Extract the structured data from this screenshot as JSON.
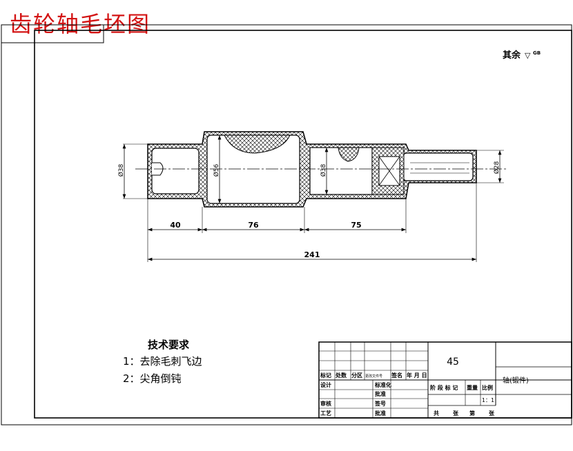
{
  "title": "齿轮轴毛坯图",
  "surface_note": {
    "label": "其余",
    "roughness_symbol": "▽",
    "roughness_value": "GB"
  },
  "dimensions": {
    "diameters": [
      "Ø38",
      "Ø56",
      "Ø38",
      "Ø28"
    ],
    "lengths": [
      "40",
      "76",
      "75"
    ],
    "total_length": "241"
  },
  "tech_requirements": {
    "heading": "技术要求",
    "items": [
      "1：去除毛刺飞边",
      "2：尖角倒钝"
    ]
  },
  "title_block": {
    "material": "45",
    "part_name": "轴(锻件)",
    "scale": "1：1",
    "revision_headers": [
      "标记",
      "处数",
      "分区",
      "更改文件号",
      "签名",
      "年 月 日"
    ],
    "row_labels": [
      "设计",
      "审核",
      "工艺"
    ],
    "mid_labels": [
      "标准化",
      "批准",
      "签号",
      "批准"
    ],
    "stage_headers": [
      "阶 段 标 记",
      "重量",
      "比例"
    ],
    "footer": [
      "共",
      "张",
      "第",
      "张"
    ]
  }
}
